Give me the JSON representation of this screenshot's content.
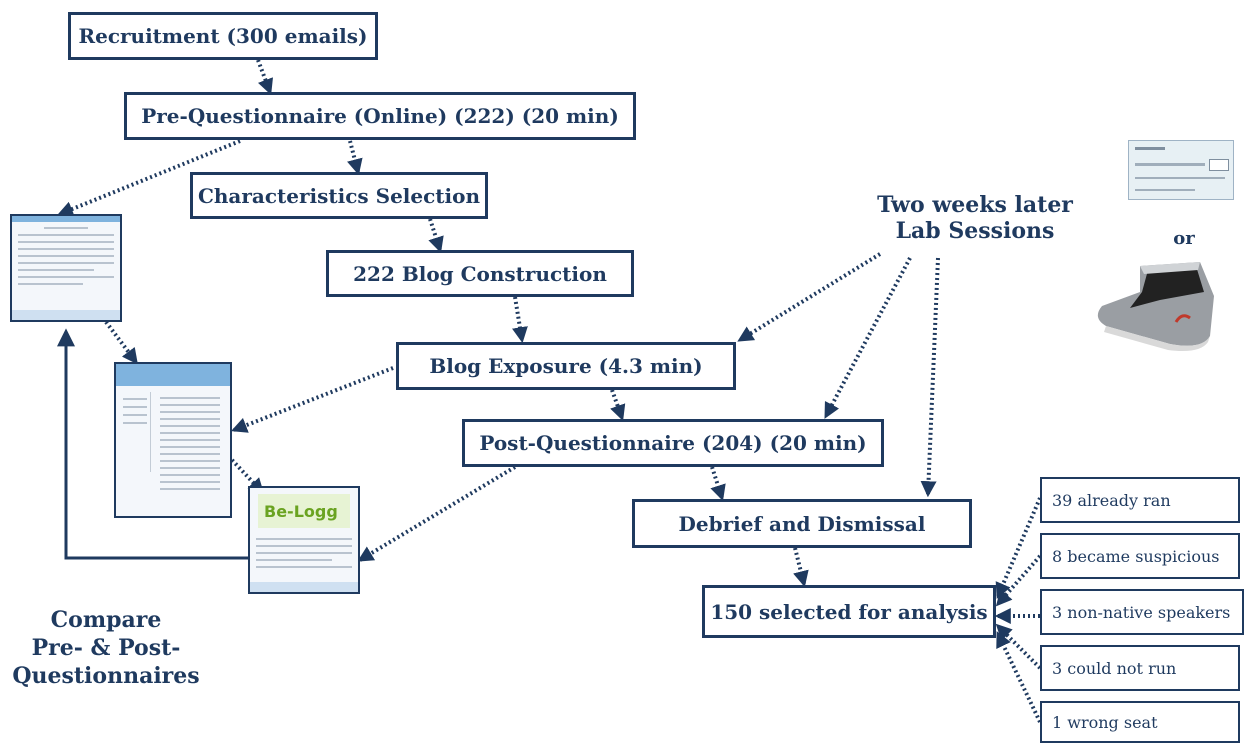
{
  "boxes": {
    "recruitment": "Recruitment (300 emails)",
    "pre_questionnaire": "Pre-Questionnaire (Online) (222) (20 min)",
    "characteristics": "Characteristics Selection",
    "blog_construction": "222 Blog Construction",
    "blog_exposure": "Blog Exposure (4.3 min)",
    "post_questionnaire": "Post-Questionnaire (204) (20 min)",
    "debrief": "Debrief and Dismissal",
    "selected": "150 selected for analysis"
  },
  "labels": {
    "two_weeks_1": "Two weeks later",
    "two_weeks_2": "Lab  Sessions",
    "compare_1": "Compare",
    "compare_2": "Pre- & Post-",
    "compare_3": "Questionnaires",
    "or": "or"
  },
  "exclusions": [
    "39 already ran",
    "8  became suspicious",
    "3  non-native speakers",
    "3  could not run",
    "1  wrong seat"
  ],
  "thumbnails": {
    "blog_logo": "Be-Logg"
  },
  "colors": {
    "primary": "#1f3a5f",
    "thumb_header": "#7fb3de"
  }
}
